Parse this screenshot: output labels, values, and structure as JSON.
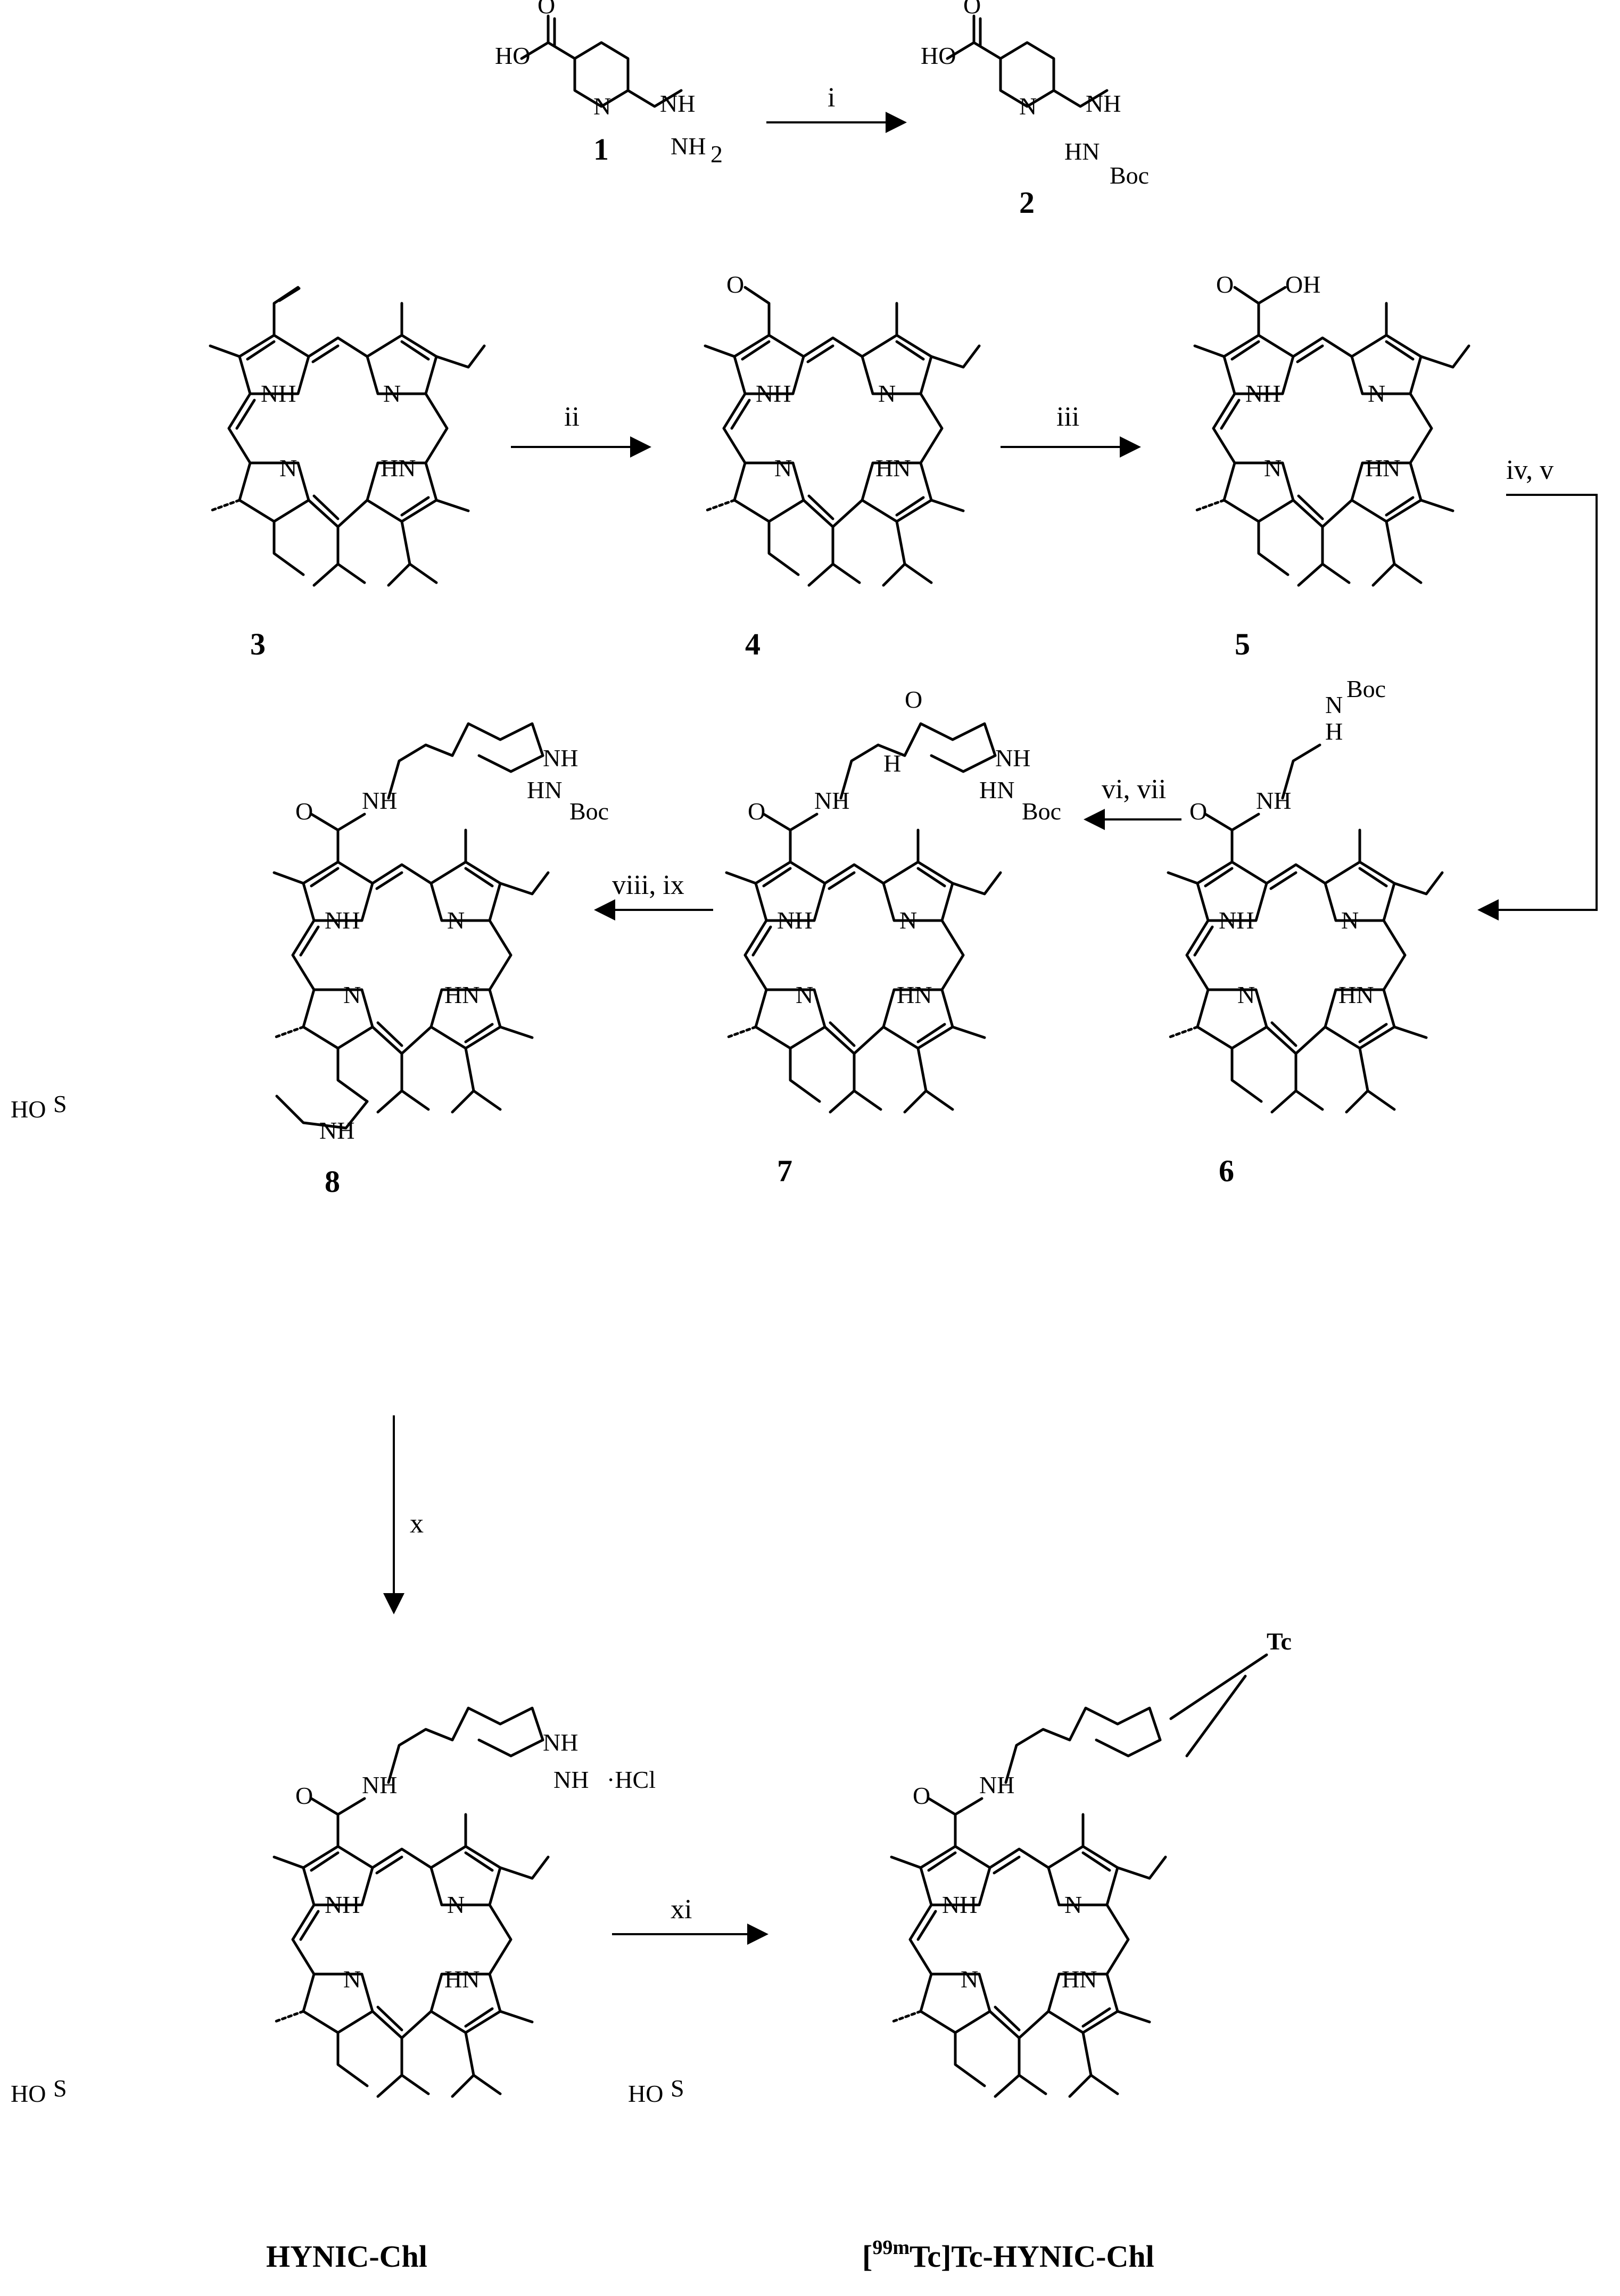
{
  "compounds": {
    "c1": "1",
    "c2": "2",
    "c3": "3",
    "c4": "4",
    "c5": "5",
    "c6": "6",
    "c7": "7",
    "c8": "8",
    "hynic": "HYNIC-Chl",
    "tc_pre": "[",
    "tc_sup": "99m",
    "tc_post": "Tc]Tc-HYNIC-Chl"
  },
  "steps": {
    "s1": "i",
    "s2": "ii",
    "s3": "iii",
    "s4": "iv, v",
    "s5": "vi, vii",
    "s6": "viii, ix",
    "s7": "x",
    "s8": "xi"
  },
  "atoms": {
    "HO": "HO",
    "O": "O",
    "OH": "OH",
    "N": "N",
    "NH": "NH",
    "NH2": "NH",
    "sub2": "2",
    "HN": "HN",
    "Boc": "Boc",
    "H": "H",
    "S": "S",
    "Tc": "Tc",
    "HCl": "·HCl"
  }
}
